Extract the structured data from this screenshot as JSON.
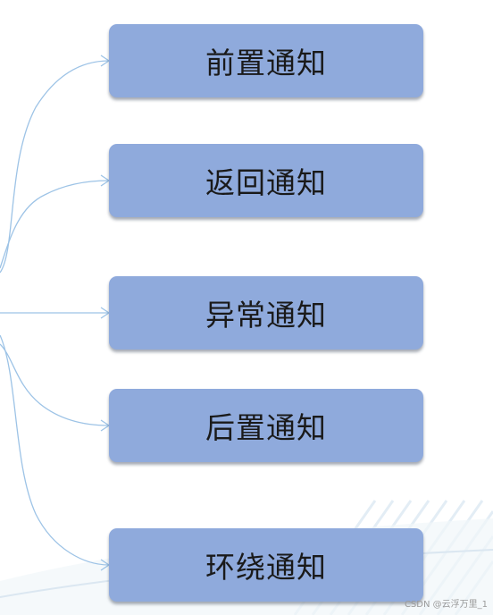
{
  "nodes": [
    {
      "label": "前置通知"
    },
    {
      "label": "返回通知"
    },
    {
      "label": "异常通知"
    },
    {
      "label": "后置通知"
    },
    {
      "label": "环绕通知"
    }
  ],
  "watermark": "CSDN @云浮万里_1",
  "colors": {
    "node_fill": "#8faadc",
    "connector": "#9dc3e6",
    "text": "#1a1a1a"
  }
}
